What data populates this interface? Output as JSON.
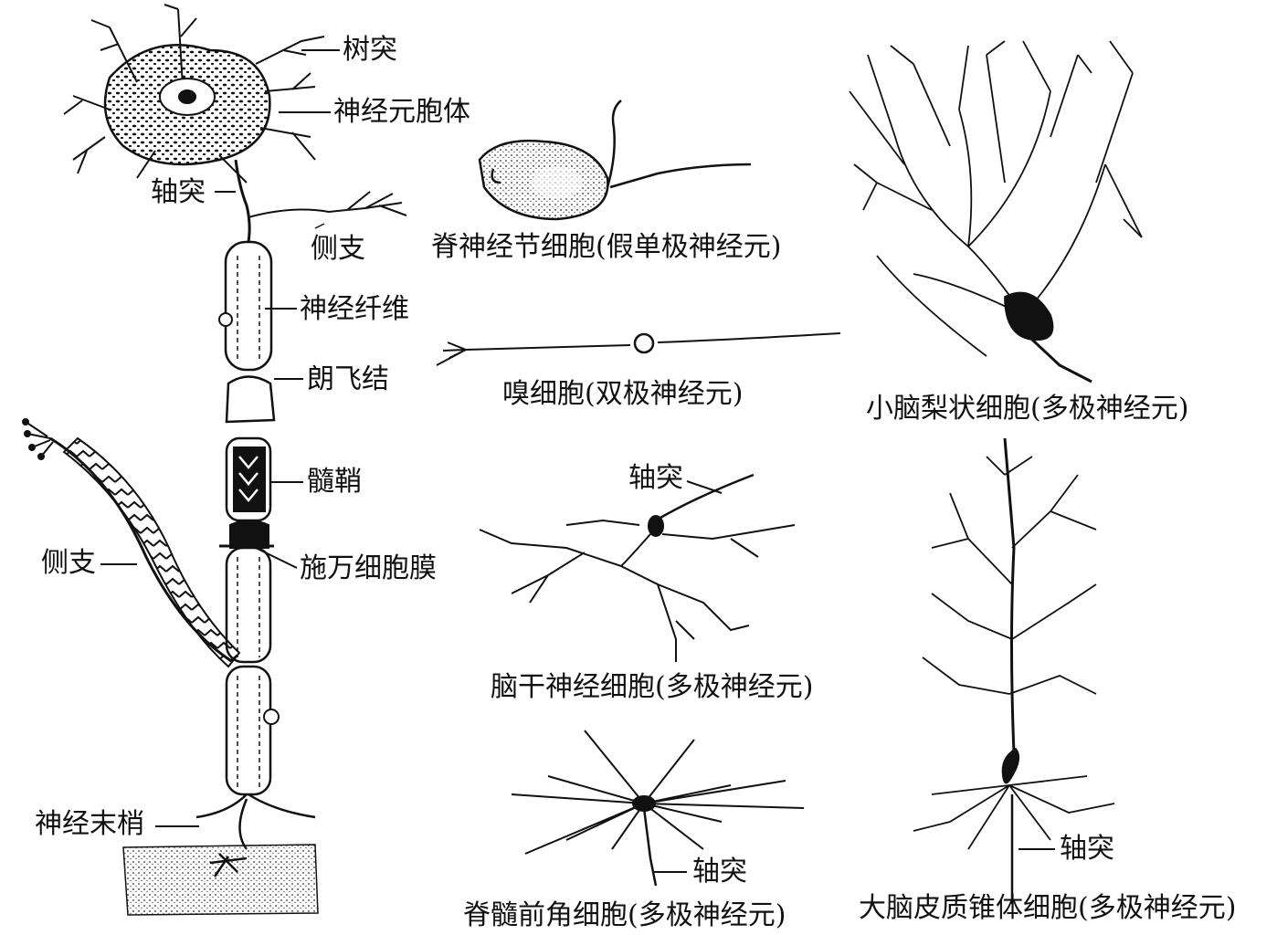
{
  "neuron_labels": {
    "dendrite": "树突",
    "cell_body": "神经元胞体",
    "axon": "轴突",
    "collateral_top": "侧支",
    "nerve_fiber": "神经纤维",
    "node_of_ranvier": "朗飞结",
    "myelin_sheath": "髓鞘",
    "schwann_membrane": "施万细胞膜",
    "collateral_left": "侧支",
    "nerve_ending": "神经末梢"
  },
  "captions": {
    "spinal_ganglion": "脊神经节细胞(假单极神经元)",
    "olfactory": "嗅细胞(双极神经元)",
    "purkinje": "小脑梨状细胞(多极神经元)",
    "brainstem": "脑干神经细胞(多极神经元)",
    "anterior_horn": "脊髓前角细胞(多极神经元)",
    "pyramidal": "大脑皮质锥体细胞(多极神经元)"
  },
  "axon_labels": {
    "brainstem_axon": "轴突",
    "anterior_horn_axon": "轴突",
    "pyramidal_axon": "轴突"
  }
}
